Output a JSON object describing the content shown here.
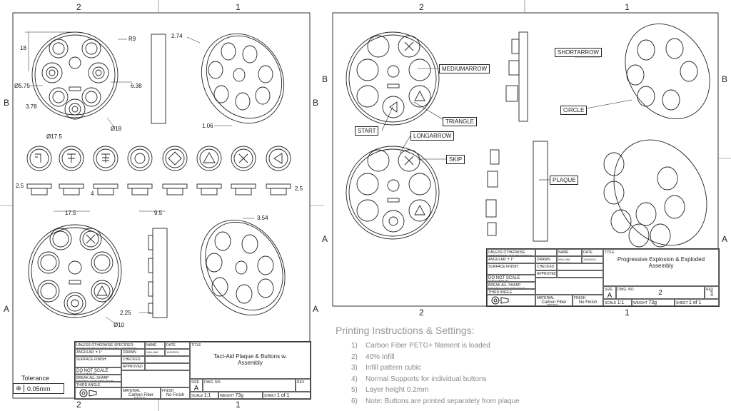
{
  "left_sheet": {
    "zones_top": [
      "2",
      "1"
    ],
    "zones_bottom": [
      "2",
      "1"
    ],
    "zones_side": [
      "B",
      "A"
    ],
    "dimensions": {
      "r9": "R9",
      "d18_top": "18",
      "d5_75": "Ø5.75",
      "d3_78": "3.78",
      "d6_38": "6.38",
      "d18_dia": "Ø18",
      "d2_74": "2.74",
      "d1_06": "1.06",
      "d17_5_dia": "Ø17.5",
      "d2_5_left": "2.5",
      "d4": "4",
      "d2_5_right": "2.5",
      "d17_5": "17.5",
      "d9_5": "9.5",
      "d3_54": "3.54",
      "d2_25": "2.25",
      "d10": "Ø10"
    },
    "title_block": {
      "unless": "UNLESS OTHERWISE SPECIFIED: DIMENSIONS ARE IN MILLIMETERS",
      "angular": "ANGULAR: ± 1°",
      "surface": "SURFACE FINISH:",
      "do_not_scale": "DO NOT SCALE DRAWING",
      "break_edges": "BREAK ALL SHARP EDGES AND REMOVE BURRS",
      "projection": "THIRD ANGLE PROJECTION",
      "name_hdr": "NAME",
      "date_hdr": "DATE",
      "drawn": "DRAWN",
      "checked": "CHECKED",
      "approved": "APPROVED",
      "drawn_name": "WILLIAM DEMARK",
      "drawn_date": "10/9/2024",
      "title_hdr": "TITLE",
      "title": "Tact-Aid Plaque & Buttons w. Assembly",
      "material_hdr": "MATERIAL",
      "material": "Carbon Fiber PETG+",
      "finish_hdr": "FINISH",
      "finish": "No Finish",
      "size_hdr": "SIZE",
      "size": "A",
      "dwgno_hdr": "DWG. NO.",
      "rev_hdr": "REV",
      "scale_hdr": "SCALE",
      "scale": "1:1",
      "weight_hdr": "WEIGHT",
      "weight": "73g",
      "sheet_hdr": "SHEET",
      "sheet": "1 of 1"
    },
    "tolerance_label": "Tolerance",
    "tolerance_value": "0.05mm"
  },
  "right_sheet": {
    "zones_top": [
      "2",
      "1"
    ],
    "zones_bottom": [
      "2",
      "1"
    ],
    "zones_side": [
      "B",
      "A"
    ],
    "callouts": {
      "mediumarrow": "MEDIUMARROW",
      "shortarrow": "SHORTARROW",
      "circle": "CIRCLE",
      "triangle": "TRIANGLE",
      "start": "START",
      "longarrow": "LONGARROW",
      "skip": "SKIP",
      "plaque": "PLAQUE"
    },
    "title_block": {
      "unless": "UNLESS OTHERWISE SPECIFIED: DIMENSIONS ARE IN MILLIMETERS",
      "angular": "ANGULAR: ± 1°",
      "surface": "SURFACE FINISH:",
      "do_not_scale": "DO NOT SCALE DRAWING",
      "break_edges": "BREAK ALL SHARP EDGES AND REMOVE BURRS",
      "projection": "THIRD ANGLE PROJECTION",
      "name_hdr": "NAME",
      "date_hdr": "DATE",
      "drawn": "DRAWN",
      "checked": "CHECKED",
      "approved": "APPROVED",
      "drawn_name": "WILLIAM DEMARK",
      "drawn_date": "10/9/2024",
      "title_hdr": "TITLE",
      "title": "Progressive Explosion & Exploded Assembly",
      "material_hdr": "MATERIAL",
      "material": "Carbon Fiber PETG+",
      "finish_hdr": "FINISH",
      "finish": "No Finish",
      "size_hdr": "SIZE",
      "size": "A",
      "dwgno_hdr": "DWG. NO.",
      "dwgno": "2",
      "rev_hdr": "REV",
      "rev": "1",
      "scale_hdr": "SCALE",
      "scale": "1:1",
      "weight_hdr": "WEIGHT",
      "weight": "73g",
      "sheet_hdr": "SHEET",
      "sheet": "1 of 1"
    }
  },
  "instructions": {
    "title": "Printing Instructions & Settings:",
    "items": [
      {
        "num": "1)",
        "text": "Carbon Fiber PETG+ filament is loaded"
      },
      {
        "num": "2)",
        "text": "40% Infill"
      },
      {
        "num": "3)",
        "text": "Infill pattern cubic"
      },
      {
        "num": "4)",
        "text": "Normal Supports for individual buttons"
      },
      {
        "num": "5)",
        "text": "Layer height 0.2mm"
      },
      {
        "num": "6)",
        "text": "Note: Buttons are printed separately from plaque"
      }
    ]
  }
}
